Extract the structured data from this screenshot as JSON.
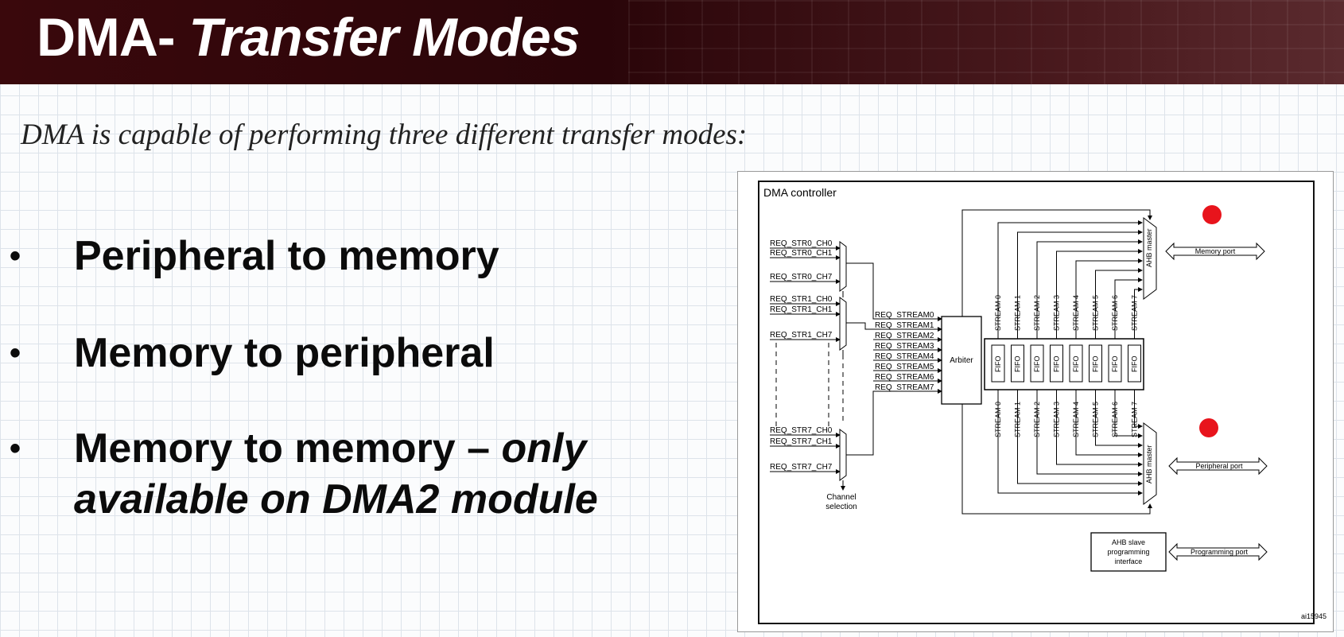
{
  "header": {
    "title_plain": "DMA- ",
    "title_italic": "Transfer Modes"
  },
  "subtitle": "DMA is capable of performing three different transfer modes:",
  "bullets": [
    {
      "dot": "•",
      "text": "Peripheral to memory",
      "italic": ""
    },
    {
      "dot": "•",
      "text": "Memory to peripheral",
      "italic": ""
    },
    {
      "dot": "•",
      "text": "Memory to memory – ",
      "italic": "only",
      "line2": "available on DMA2 module"
    }
  ],
  "diagram": {
    "controller_label": "DMA controller",
    "req_labels_str0": [
      "REQ_STR0_CH0",
      "REQ_STR0_CH1",
      "REQ_STR0_CH7"
    ],
    "req_labels_str1": [
      "REQ_STR1_CH0",
      "REQ_STR1_CH1",
      "REQ_STR1_CH7"
    ],
    "req_labels_str7": [
      "REQ_STR7_CH0",
      "REQ_STR7_CH1",
      "REQ_STR7_CH7"
    ],
    "req_streams": [
      "REQ_STREAM0",
      "REQ_STREAM1",
      "REQ_STREAM2",
      "REQ_STREAM3",
      "REQ_STREAM4",
      "REQ_STREAM5",
      "REQ_STREAM6",
      "REQ_STREAM7"
    ],
    "arbiter_label": "Arbiter",
    "fifo_label": "FIFO",
    "streams_top": [
      "STREAM 0",
      "STREAM 1",
      "STREAM 2",
      "STREAM 3",
      "STREAM 4",
      "STREAM 5",
      "STREAM 6",
      "STREAM 7"
    ],
    "streams_bottom": [
      "STREAM 0",
      "STREAM 1",
      "STREAM 2",
      "STREAM 3",
      "STREAM 4",
      "STREAM 5",
      "STREAM 6",
      "STREAM 7"
    ],
    "channel_selection": [
      "Channel",
      "selection"
    ],
    "ahb_master": "AHB master",
    "memory_port": "Memory port",
    "peripheral_port": "Peripheral port",
    "programming_port": "Programming port",
    "ahb_slave": [
      "AHB slave",
      "programming",
      "interface"
    ],
    "figure_id": "ai15945",
    "marker_color": "#e8141c"
  }
}
